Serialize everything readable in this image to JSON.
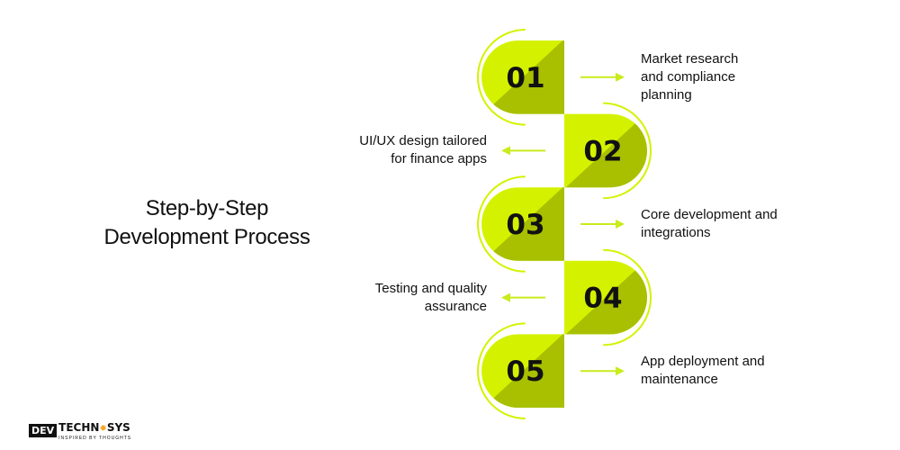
{
  "title": {
    "line1": "Step-by-Step",
    "line2": "Development Process"
  },
  "colors": {
    "light": "#d4f200",
    "dark": "#a8c000",
    "arc": "#d4f200",
    "arrow": "#c8ec1c"
  },
  "steps": [
    {
      "number": "01",
      "side": "right",
      "text": [
        "Market research",
        "and compliance",
        "planning"
      ]
    },
    {
      "number": "02",
      "side": "left",
      "text": [
        "UI/UX design tailored",
        "for finance apps"
      ]
    },
    {
      "number": "03",
      "side": "right",
      "text": [
        "Core development and",
        "integrations"
      ]
    },
    {
      "number": "04",
      "side": "left",
      "text": [
        "Testing and quality",
        "assurance"
      ]
    },
    {
      "number": "05",
      "side": "right",
      "text": [
        "App deployment and",
        "maintenance"
      ]
    }
  ],
  "logo": {
    "mark": "DEV",
    "brand_a": "TECHN",
    "brand_b": "SYS",
    "tagline": "INSPIRED BY THOUGHTS"
  }
}
